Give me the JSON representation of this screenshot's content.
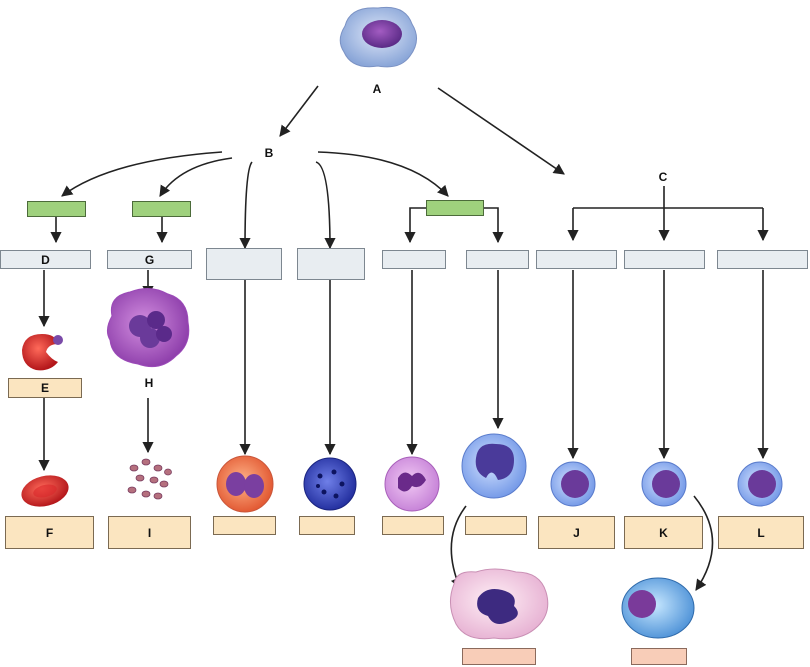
{
  "labels": {
    "A": "A",
    "B": "B",
    "C": "C",
    "D": "D",
    "E": "E",
    "F": "F",
    "G": "G",
    "H": "H",
    "I": "I",
    "J": "J",
    "K": "K",
    "L": "L"
  },
  "colors": {
    "gray_box": "#e8edf1",
    "green_box": "#9fd17d",
    "tan_box": "#fbe5c0",
    "pink_box": "#f8cdb8",
    "arrow": "#222222"
  },
  "icons": {
    "stem_cell": "hematopoietic-stem-cell-icon",
    "erythroblast": "erythroblast-icon",
    "megakaryocyte": "megakaryocyte-icon",
    "red_blood_cell": "red-blood-cell-icon",
    "platelets": "platelets-icon",
    "eosinophil": "eosinophil-icon",
    "basophil": "basophil-icon",
    "neutrophil": "neutrophil-icon",
    "monocyte": "monocyte-icon",
    "lymphocyte": "lymphocyte-icon",
    "macrophage": "macrophage-icon",
    "plasma_cell": "plasma-cell-icon"
  }
}
